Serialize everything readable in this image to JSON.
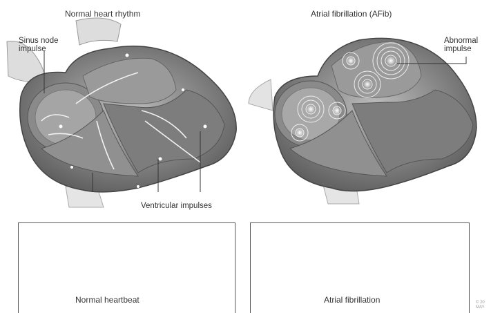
{
  "diagram": {
    "left": {
      "title": "Normal heart rhythm",
      "sinus_label_line1": "Sinus node",
      "sinus_label_line2": "impulse",
      "ventricular_label": "Ventricular impulses"
    },
    "right": {
      "title": "Atrial fibrillation (AFib)",
      "abnormal_label_line1": "Abnormal",
      "abnormal_label_line2": "impulse"
    },
    "ecg": {
      "normal_label": "Normal heartbeat",
      "afib_label": "Atrial fibrillation"
    },
    "copyright": {
      "line1": "© 20",
      "line2": "MAY"
    }
  }
}
